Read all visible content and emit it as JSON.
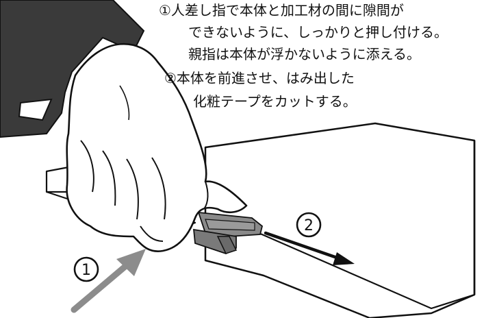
{
  "instructions": {
    "step1": {
      "lines": [
        "①人差し指で本体と加工材の間に隙間が",
        "できないように、しっかりと押し付ける。",
        "親指は本体が浮かないように添える。"
      ]
    },
    "step2": {
      "lines": [
        "②本体を前進させ、はみ出した",
        "化粧テープをカットする。"
      ]
    }
  },
  "callouts": {
    "marker1": "1",
    "marker2": "2"
  },
  "colors": {
    "ink": "#111111",
    "sleeve": "#3a3a3a",
    "tool_gray": "#7a7a7a",
    "arrow_gray": "#8c8c8c",
    "arrow_black": "#111111",
    "board_fill": "#ffffff"
  },
  "icons": {
    "hand": "hand-with-trimmer-illustration",
    "arrow1": "push-direction-arrow",
    "arrow2": "forward-motion-arrow"
  }
}
